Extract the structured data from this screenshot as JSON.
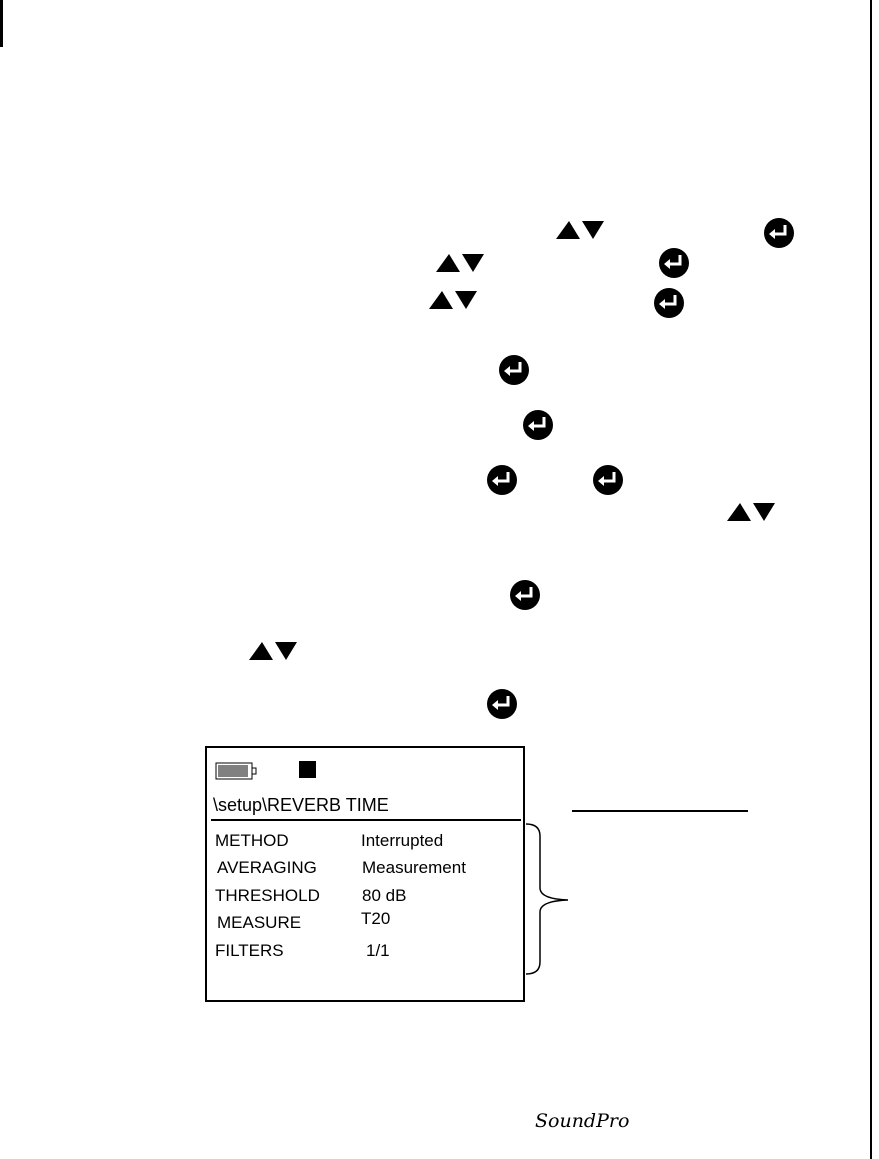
{
  "screen": {
    "path": "\\setup\\REVERB TIME",
    "settings": [
      {
        "label": "METHOD",
        "value": "Interrupted"
      },
      {
        "label": "AVERAGING",
        "value": "Measurement"
      },
      {
        "label": "THRESHOLD",
        "value": "80 dB"
      },
      {
        "label": "MEASURE",
        "value": "T20"
      },
      {
        "label": "FILTERS",
        "value": "1/1"
      }
    ]
  },
  "icons": {
    "arrows": "up-down-arrow-keys-icon",
    "enter": "enter-key-icon",
    "battery": "battery-icon",
    "stop": "stop-square-icon"
  },
  "brand": "SoundPro"
}
